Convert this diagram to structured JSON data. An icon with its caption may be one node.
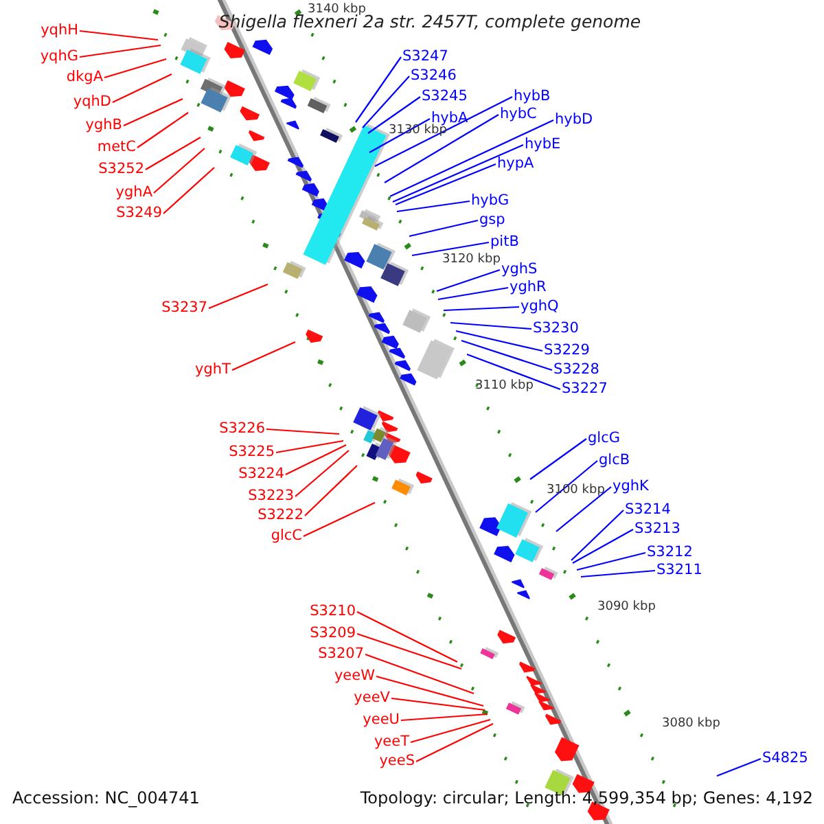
{
  "diagram": {
    "title": "Shigella flexneri 2a str. 2457T, complete genome",
    "nodes": [
      {
        "text": [
          "yqhH"
        ]
      },
      {
        "text": [
          "yqhG"
        ]
      },
      {
        "text": [
          "dkgA"
        ]
      },
      {
        "text": [
          "yqhD"
        ]
      },
      {
        "text": [
          "yghB"
        ]
      },
      {
        "text": [
          "metC"
        ]
      },
      {
        "text": [
          "S3252"
        ]
      },
      {
        "text": [
          "yghA"
        ]
      },
      {
        "text": [
          "S3249"
        ]
      },
      {
        "text": [
          "S3237"
        ]
      },
      {
        "text": [
          "yghT"
        ]
      },
      {
        "text": [
          "S3226"
        ]
      },
      {
        "text": [
          "S3225"
        ]
      },
      {
        "text": [
          "S3224"
        ]
      },
      {
        "text": [
          "S3223"
        ]
      },
      {
        "text": [
          "S3222"
        ]
      },
      {
        "text": [
          "glcC"
        ]
      },
      {
        "text": [
          "S3210"
        ]
      },
      {
        "text": [
          "S3209"
        ]
      },
      {
        "text": [
          "S3207"
        ]
      },
      {
        "text": [
          "yeeW"
        ]
      },
      {
        "text": [
          "yeeV"
        ]
      },
      {
        "text": [
          "yeeU"
        ]
      },
      {
        "text": [
          "yeeT"
        ]
      },
      {
        "text": [
          "yeeS"
        ]
      },
      {
        "text": [
          "S3247"
        ]
      },
      {
        "text": [
          "S3246"
        ]
      },
      {
        "text": [
          "S3245"
        ]
      },
      {
        "text": [
          "hybA"
        ]
      },
      {
        "text": [
          "hybB"
        ]
      },
      {
        "text": [
          "hybC"
        ]
      },
      {
        "text": [
          "hybD"
        ]
      },
      {
        "text": [
          "hybE"
        ]
      },
      {
        "text": [
          "hypA"
        ]
      },
      {
        "text": [
          "hybG"
        ]
      },
      {
        "text": [
          "gsp"
        ]
      },
      {
        "text": [
          "pitB"
        ]
      },
      {
        "text": [
          "yghS"
        ]
      },
      {
        "text": [
          "yghR"
        ]
      },
      {
        "text": [
          "yghQ"
        ]
      },
      {
        "text": [
          "S3230"
        ]
      },
      {
        "text": [
          "S3229"
        ]
      },
      {
        "text": [
          "S3228"
        ]
      },
      {
        "text": [
          "S3227"
        ]
      },
      {
        "text": [
          "glcG"
        ]
      },
      {
        "text": [
          "glcB"
        ]
      },
      {
        "text": [
          "yghK"
        ]
      },
      {
        "text": [
          "S3214"
        ]
      },
      {
        "text": [
          "S3213"
        ]
      },
      {
        "text": [
          "S3212"
        ]
      },
      {
        "text": [
          "S3211"
        ]
      },
      {
        "text": [
          "S4825"
        ]
      }
    ],
    "edges": [
      {
        "from": 0,
        "to": null,
        "arrow": "none",
        "color": "#ff0000"
      },
      {
        "from": 1,
        "to": null,
        "arrow": "none",
        "color": "#ff0000"
      },
      {
        "from": 2,
        "to": null,
        "arrow": "none",
        "color": "#ff0000"
      },
      {
        "from": 3,
        "to": null,
        "arrow": "none",
        "color": "#ff0000"
      },
      {
        "from": 4,
        "to": null,
        "arrow": "none",
        "color": "#ff0000"
      },
      {
        "from": 5,
        "to": null,
        "arrow": "none",
        "color": "#ff0000"
      },
      {
        "from": 6,
        "to": null,
        "arrow": "none",
        "color": "#ff0000"
      },
      {
        "from": 7,
        "to": null,
        "arrow": "none",
        "color": "#ff0000"
      },
      {
        "from": 8,
        "to": null,
        "arrow": "none",
        "color": "#ff0000"
      },
      {
        "from": 9,
        "to": null,
        "arrow": "none",
        "color": "#ff0000"
      },
      {
        "from": 10,
        "to": null,
        "arrow": "none",
        "color": "#ff0000"
      },
      {
        "from": 11,
        "to": null,
        "arrow": "none",
        "color": "#ff0000"
      },
      {
        "from": 12,
        "to": null,
        "arrow": "none",
        "color": "#ff0000"
      },
      {
        "from": 13,
        "to": null,
        "arrow": "none",
        "color": "#ff0000"
      },
      {
        "from": 14,
        "to": null,
        "arrow": "none",
        "color": "#ff0000"
      },
      {
        "from": 15,
        "to": null,
        "arrow": "none",
        "color": "#ff0000"
      },
      {
        "from": 16,
        "to": null,
        "arrow": "none",
        "color": "#ff0000"
      },
      {
        "from": 17,
        "to": null,
        "arrow": "none",
        "color": "#ff0000"
      },
      {
        "from": 18,
        "to": null,
        "arrow": "none",
        "color": "#ff0000"
      },
      {
        "from": 19,
        "to": null,
        "arrow": "none",
        "color": "#ff0000"
      },
      {
        "from": 20,
        "to": null,
        "arrow": "none",
        "color": "#ff0000"
      },
      {
        "from": 21,
        "to": null,
        "arrow": "none",
        "color": "#ff0000"
      },
      {
        "from": 22,
        "to": null,
        "arrow": "none",
        "color": "#ff0000"
      },
      {
        "from": 23,
        "to": null,
        "arrow": "none",
        "color": "#ff0000"
      },
      {
        "from": 24,
        "to": null,
        "arrow": "none",
        "color": "#ff0000"
      },
      {
        "from": 25,
        "to": null,
        "arrow": "none"
      },
      {
        "from": 26,
        "to": null,
        "arrow": "none"
      },
      {
        "from": 27,
        "to": null,
        "arrow": "none"
      },
      {
        "from": 28,
        "to": null,
        "arrow": "none"
      },
      {
        "from": 29,
        "to": null,
        "arrow": "none"
      },
      {
        "from": 30,
        "to": null,
        "arrow": "none"
      },
      {
        "from": 31,
        "to": null,
        "arrow": "none"
      },
      {
        "from": 32,
        "to": null,
        "arrow": "none"
      },
      {
        "from": 33,
        "to": null,
        "arrow": "none"
      },
      {
        "from": 34,
        "to": null,
        "arrow": "none"
      },
      {
        "from": 35,
        "to": null,
        "arrow": "none"
      },
      {
        "from": 36,
        "to": null,
        "arrow": "none"
      },
      {
        "from": 37,
        "to": null,
        "arrow": "none"
      },
      {
        "from": 38,
        "to": null,
        "arrow": "none"
      },
      {
        "from": 39,
        "to": null,
        "arrow": "none"
      },
      {
        "from": 40,
        "to": null,
        "arrow": "none"
      },
      {
        "from": 41,
        "to": null,
        "arrow": "none"
      },
      {
        "from": 42,
        "to": null,
        "arrow": "none"
      },
      {
        "from": 43,
        "to": null,
        "arrow": "none"
      },
      {
        "from": 44,
        "to": null,
        "arrow": "none"
      },
      {
        "from": 45,
        "to": null,
        "arrow": "none"
      },
      {
        "from": 46,
        "to": null,
        "arrow": "none"
      },
      {
        "from": 47,
        "to": null,
        "arrow": "none"
      },
      {
        "from": 48,
        "to": null,
        "arrow": "none"
      },
      {
        "from": 49,
        "to": null,
        "arrow": "none"
      },
      {
        "from": 50,
        "to": null,
        "arrow": "none"
      },
      {
        "from": 51,
        "to": null,
        "arrow": "none"
      }
    ],
    "labels": [
      "3140 kbp",
      "3130 kbp",
      "3120 kbp",
      "3110 kbp",
      "3100 kbp",
      "3090 kbp",
      "3080 kbp",
      "Accession: NC_004741",
      "Topology: circular; Length: 4,599,354 bp; Genes: 4,192"
    ]
  }
}
